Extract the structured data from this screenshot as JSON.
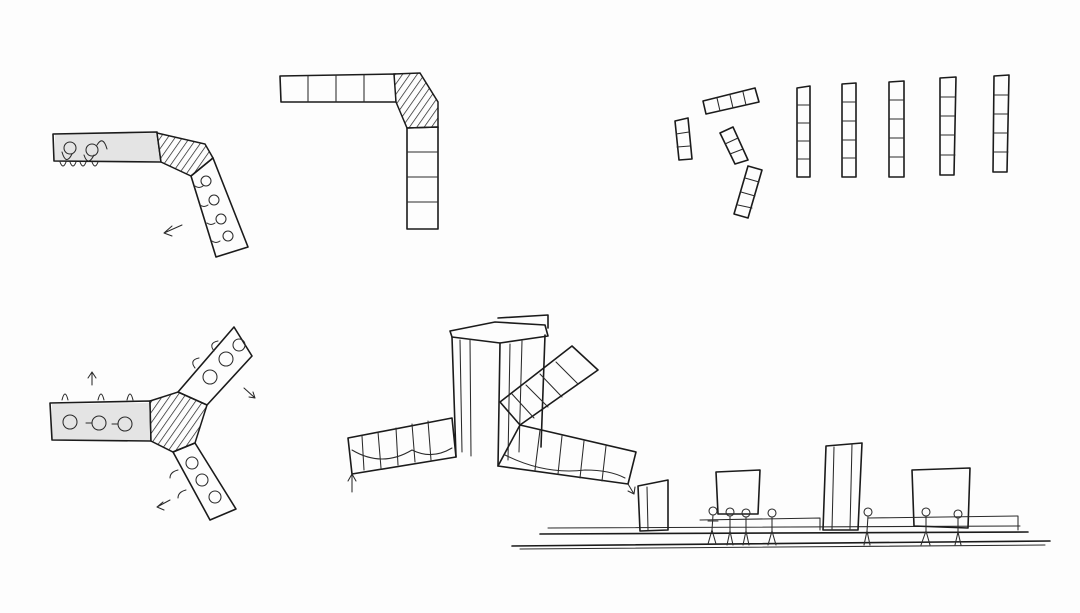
{
  "sketch": {
    "ink_color": "#1b1b1b",
    "paper_color": "#fdfdfd",
    "panels": [
      {
        "name": "bent-bench-plan",
        "icon": "bench-plan-sketch"
      },
      {
        "name": "corner-module-plan",
        "icon": "module-plan-sketch"
      },
      {
        "name": "scattered-modules-plan",
        "icon": "scattered-modules-sketch"
      },
      {
        "name": "three-arm-bench-plan",
        "icon": "y-bench-plan-sketch"
      },
      {
        "name": "perspective-sketch",
        "icon": "perspective-sketch"
      },
      {
        "name": "elevation-sketch",
        "icon": "elevation-sketch"
      }
    ]
  }
}
